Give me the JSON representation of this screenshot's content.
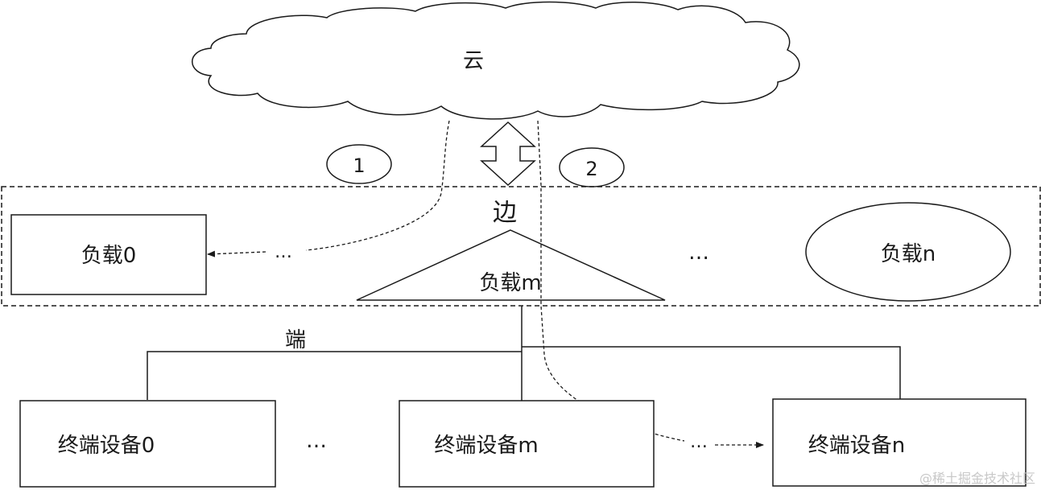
{
  "cloud": {
    "label": "云"
  },
  "edge": {
    "label": "边"
  },
  "end": {
    "label": "端"
  },
  "paths": {
    "path1_label": "1",
    "path2_label": "2"
  },
  "loads": {
    "load0": "负载0",
    "loadm": "负载m",
    "loadn": "负载n",
    "ellipsis": "…",
    "dots_arrow": "…"
  },
  "devices": {
    "device0": "终端设备0",
    "devicem": "终端设备m",
    "devicen": "终端设备n",
    "ellipsis": "…",
    "dots_arrow": "…"
  },
  "watermark": "@稀土掘金技术社区",
  "colors": {
    "stroke": "#1a1a1a",
    "background": "#ffffff",
    "watermark": "#c8c8c8"
  }
}
